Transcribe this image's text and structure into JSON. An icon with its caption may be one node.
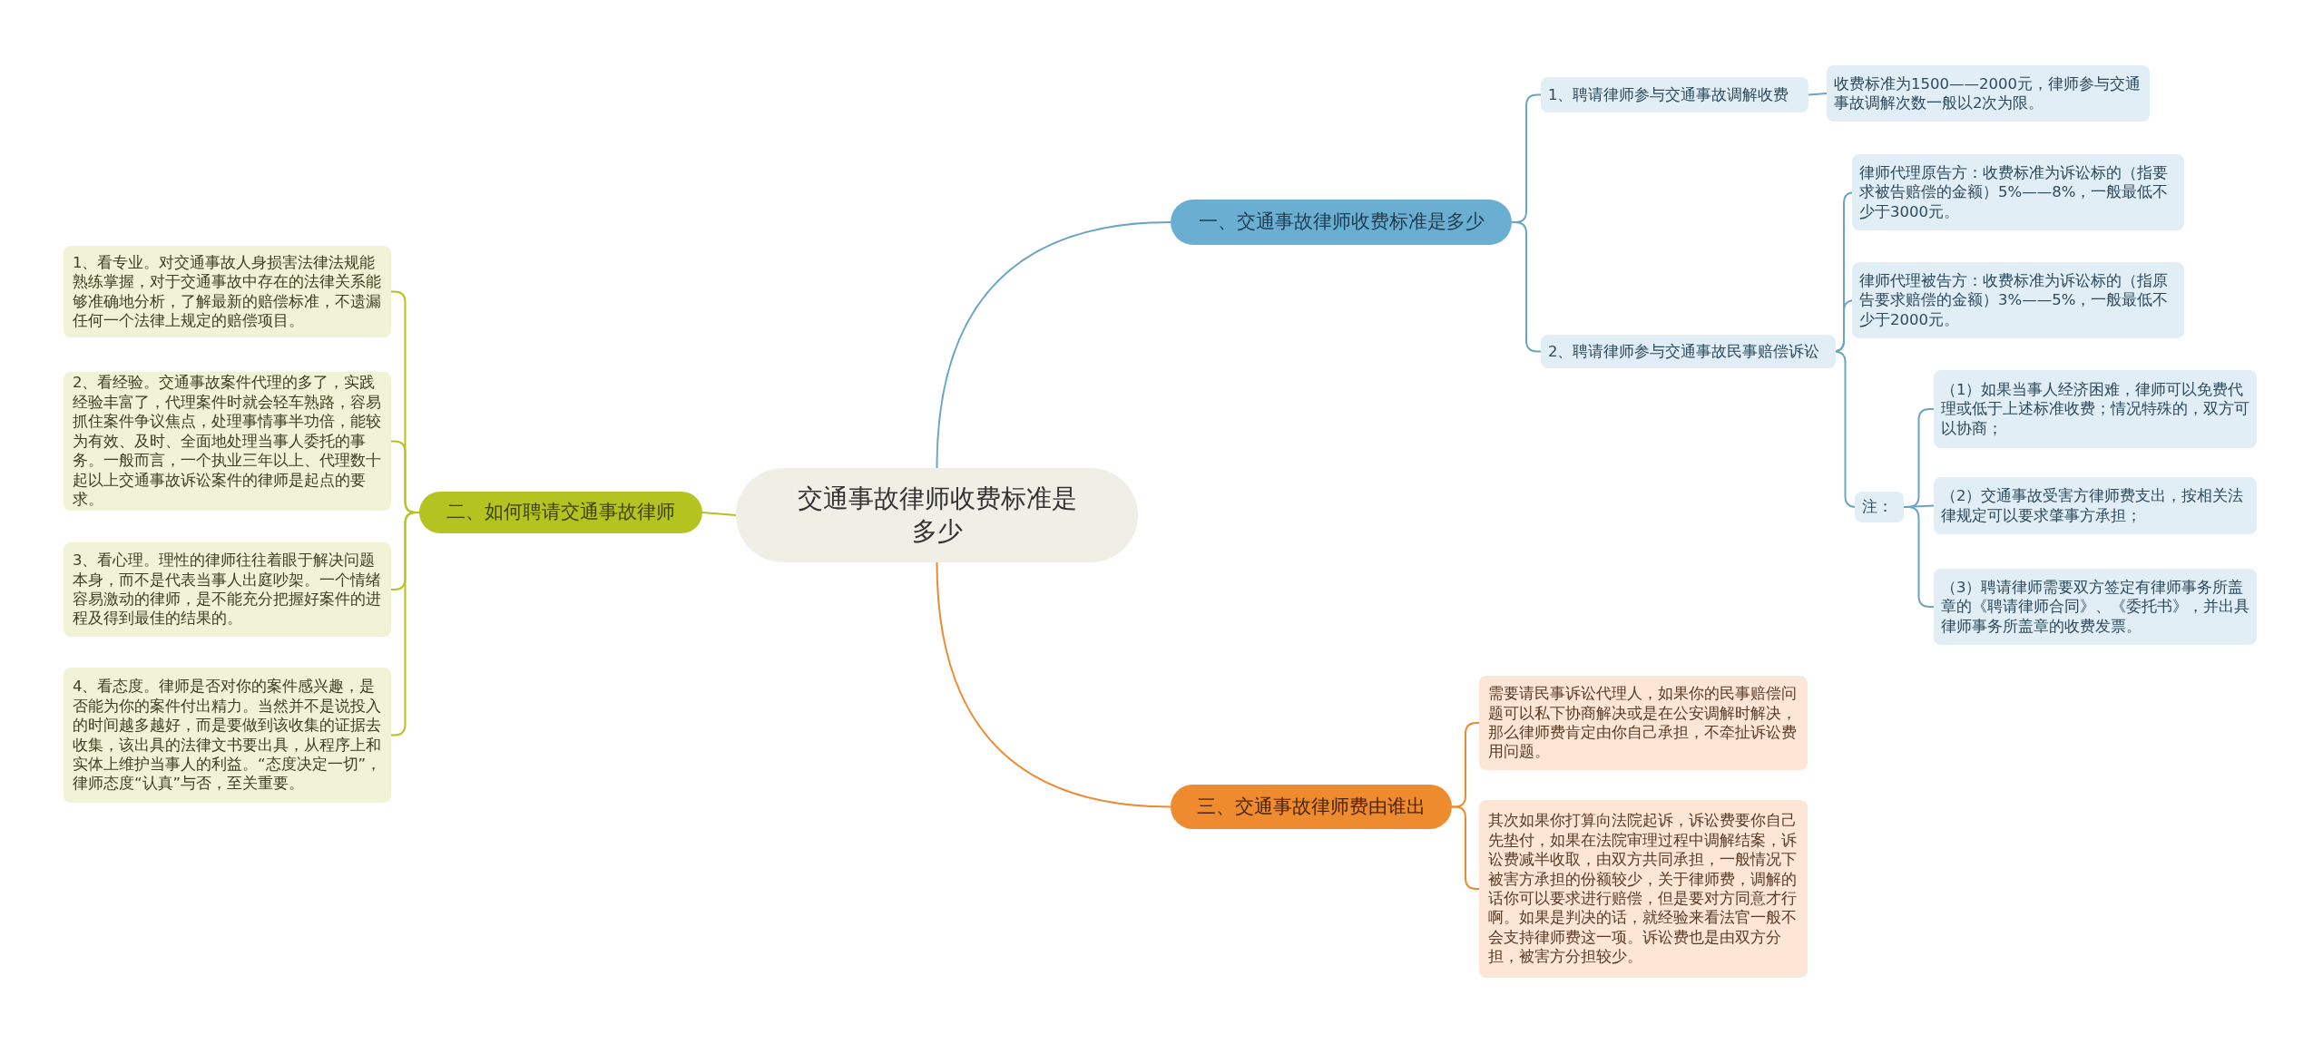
{
  "diagram": {
    "nodes": [
      {
        "text": [
          "交通事故律师收费标准是多少"
        ]
      },
      {
        "text": [
          "一、交通事故律师收费标准是多少"
        ]
      },
      {
        "text": [
          "1、聘请律师参与交通事故调解收费"
        ]
      },
      {
        "text": [
          "收费标准为1500——2000元，律师参与交通事故调解次数一般以2次为限。"
        ]
      },
      {
        "text": [
          "2、聘请律师参与交通事故民事赔偿诉讼"
        ]
      },
      {
        "text": [
          "律师代理原告方：收费标准为诉讼标的（指要求被告赔偿的金额）5%——8%，一般最低不少于3000元。"
        ]
      },
      {
        "text": [
          "律师代理被告方：收费标准为诉讼标的（指原告要求赔偿的金额）3%——5%，一般最低不少于2000元。"
        ]
      },
      {
        "text": [
          "注："
        ]
      },
      {
        "text": [
          "（1）如果当事人经济困难，律师可以免费代理或低于上述标准收费；情况特殊的，双方可以协商；"
        ]
      },
      {
        "text": [
          "（2）交通事故受害方律师费支出，按相关法律规定可以要求肇事方承担；"
        ]
      },
      {
        "text": [
          "（3）聘请律师需要双方签定有律师事务所盖章的《聘请律师合同》、《委托书》，并出具律师事务所盖章的收费发票。"
        ]
      },
      {
        "text": [
          "二、如何聘请交通事故律师"
        ]
      },
      {
        "text": [
          "1、看专业。对交通事故人身损害法律法规能熟练掌握，对于交通事故中存在的法律关系能够准确地分析，了解最新的赔偿标准，不遗漏任何一个法律上规定的赔偿项目。"
        ]
      },
      {
        "text": [
          "2、看经验。交通事故案件代理的多了，实践经验丰富了，代理案件时就会轻车熟路，容易抓住案件争议焦点，处理事情事半功倍，能较为有效、及时、全面地处理当事人委托的事务。一般而言，一个执业三年以上、代理数十起以上交通事故诉讼案件的律师是起点的要求。"
        ]
      },
      {
        "text": [
          "3、看心理。理性的律师往往着眼于解决问题本身，而不是代表当事人出庭吵架。一个情绪容易激动的律师，是不能充分把握好案件的进程及得到最佳的结果的。"
        ]
      },
      {
        "text": [
          "4、看态度。律师是否对你的案件感兴趣，是否能为你的案件付出精力。当然并不是说投入的时间越多越好，而是要做到该收集的证据去收集，该出具的法律文书要出具，从程序上和实体上维护当事人的利益。“态度决定一切”，律师态度“认真”与否，至关重要。"
        ]
      },
      {
        "text": [
          "三、交通事故律师费由谁出"
        ]
      },
      {
        "text": [
          "需要请民事诉讼代理人，如果你的民事赔偿问题可以私下协商解决或是在公安调解时解决，那么律师费肯定由你自己承担，不牵扯诉讼费用问题。"
        ]
      },
      {
        "text": [
          "其次如果你打算向法院起诉，诉讼费要你自己先垫付，如果在法院审理过程中调解结案，诉讼费减半收取，由双方共同承担，一般情况下被害方承担的份额较少，关于律师费，调解的话你可以要求进行赔偿，但是要对方同意才行啊。如果是判决的话，就经验来看法官一般不会支持律师费这一项。诉讼费也是由双方分担，被害方分担较少。"
        ]
      }
    ],
    "edges": [
      {
        "from": 0,
        "to": 1,
        "arrow": "none"
      },
      {
        "from": 1,
        "to": 2,
        "arrow": "none"
      },
      {
        "from": 2,
        "to": 3,
        "arrow": "none"
      },
      {
        "from": 1,
        "to": 4,
        "arrow": "none"
      },
      {
        "from": 4,
        "to": 5,
        "arrow": "none"
      },
      {
        "from": 4,
        "to": 6,
        "arrow": "none"
      },
      {
        "from": 4,
        "to": 7,
        "arrow": "none"
      },
      {
        "from": 7,
        "to": 8,
        "arrow": "none"
      },
      {
        "from": 7,
        "to": 9,
        "arrow": "none"
      },
      {
        "from": 7,
        "to": 10,
        "arrow": "none"
      },
      {
        "from": 0,
        "to": 11,
        "arrow": "none",
        "color": "#b3c21e"
      },
      {
        "from": 11,
        "to": 12,
        "arrow": "none",
        "color": "#b3c21e"
      },
      {
        "from": 11,
        "to": 13,
        "arrow": "none",
        "color": "#b3c21e"
      },
      {
        "from": 11,
        "to": 14,
        "arrow": "none",
        "color": "#b3c21e"
      },
      {
        "from": 11,
        "to": 15,
        "arrow": "none",
        "color": "#b3c21e"
      },
      {
        "from": 0,
        "to": 16,
        "arrow": "none",
        "color": "#ec8a30"
      },
      {
        "from": 16,
        "to": 17,
        "arrow": "none",
        "color": "#ec8a30"
      },
      {
        "from": 16,
        "to": 18,
        "arrow": "none",
        "color": "#ec8a30"
      }
    ]
  }
}
